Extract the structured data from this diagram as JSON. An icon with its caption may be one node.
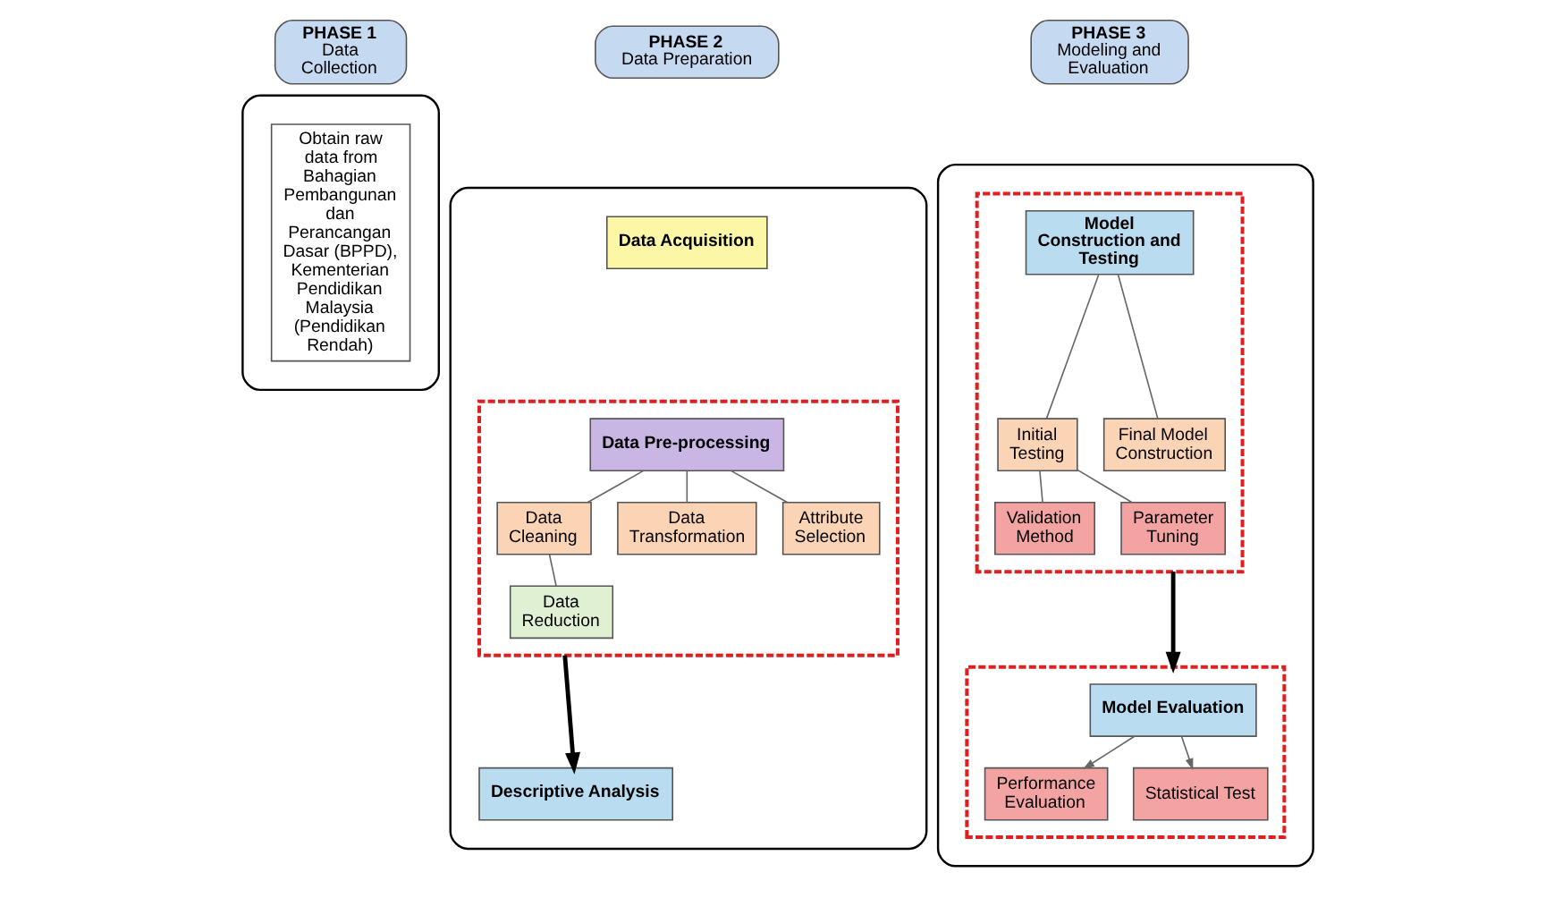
{
  "diagram": {
    "nodes": [
      {
        "text": [
          "PHASE 1",
          "Data Collection"
        ]
      },
      {
        "text": [
          "PHASE 2",
          "Data Preparation"
        ]
      },
      {
        "text": [
          "PHASE 3",
          "Modeling and Evaluation"
        ]
      },
      {
        "text": [],
        "shape": "box"
      },
      {
        "text": [
          "Obtain raw data from Bahagian Pembangunan dan Perancangan Dasar (BPPD), Kementerian Pendidikan Malaysia (Pendidikan Rendah)"
        ],
        "in": 3
      },
      {
        "text": [],
        "shape": "box"
      },
      {
        "text": [
          "Data Acquisition"
        ],
        "in": 5
      },
      {
        "text": [],
        "shape": "box",
        "in": 5
      },
      {
        "text": [
          "Data Pre-processing"
        ],
        "in": 7
      },
      {
        "text": [
          "Data Cleaning"
        ],
        "in": 7
      },
      {
        "text": [
          "Data Transformation"
        ],
        "in": 7
      },
      {
        "text": [
          "Attribute Selection"
        ],
        "in": 7
      },
      {
        "text": [
          "Data Reduction"
        ],
        "in": 7
      },
      {
        "text": [
          "Descriptive Analysis"
        ],
        "in": 5
      },
      {
        "text": [],
        "shape": "box"
      },
      {
        "text": [],
        "shape": "box",
        "in": 14
      },
      {
        "text": [
          "Model Construction and Testing"
        ],
        "in": 15
      },
      {
        "text": [
          "Initial Testing"
        ],
        "in": 15
      },
      {
        "text": [
          "Final Model Construction"
        ],
        "in": 15
      },
      {
        "text": [
          "Validation Method"
        ],
        "in": 15
      },
      {
        "text": [
          "Parameter Tuning"
        ],
        "in": 15
      },
      {
        "text": [],
        "shape": "box",
        "in": 14
      },
      {
        "text": [
          "Model Evaluation"
        ],
        "in": 21
      },
      {
        "text": [
          "Performance Evaluation"
        ],
        "in": 21
      },
      {
        "text": [
          "Statistical Test"
        ],
        "in": 21
      }
    ],
    "edges": [
      {
        "from": 8,
        "to": 9,
        "arrow": "none"
      },
      {
        "from": 8,
        "to": 10,
        "arrow": "none"
      },
      {
        "from": 8,
        "to": 11,
        "arrow": "none"
      },
      {
        "from": 9,
        "to": 12,
        "arrow": "none"
      },
      {
        "from": 7,
        "to": 13,
        "arrow": "to",
        "style": "thick",
        "color": "#000000"
      },
      {
        "from": 16,
        "to": 17,
        "arrow": "none"
      },
      {
        "from": 16,
        "to": 18,
        "arrow": "none"
      },
      {
        "from": 17,
        "to": 19,
        "arrow": "none"
      },
      {
        "from": 17,
        "to": 20,
        "arrow": "none"
      },
      {
        "from": 15,
        "to": 21,
        "arrow": "to",
        "style": "thick",
        "color": "#000000"
      },
      {
        "from": 22,
        "to": 23,
        "arrow": "to"
      },
      {
        "from": 22,
        "to": 24,
        "arrow": "to"
      }
    ]
  }
}
